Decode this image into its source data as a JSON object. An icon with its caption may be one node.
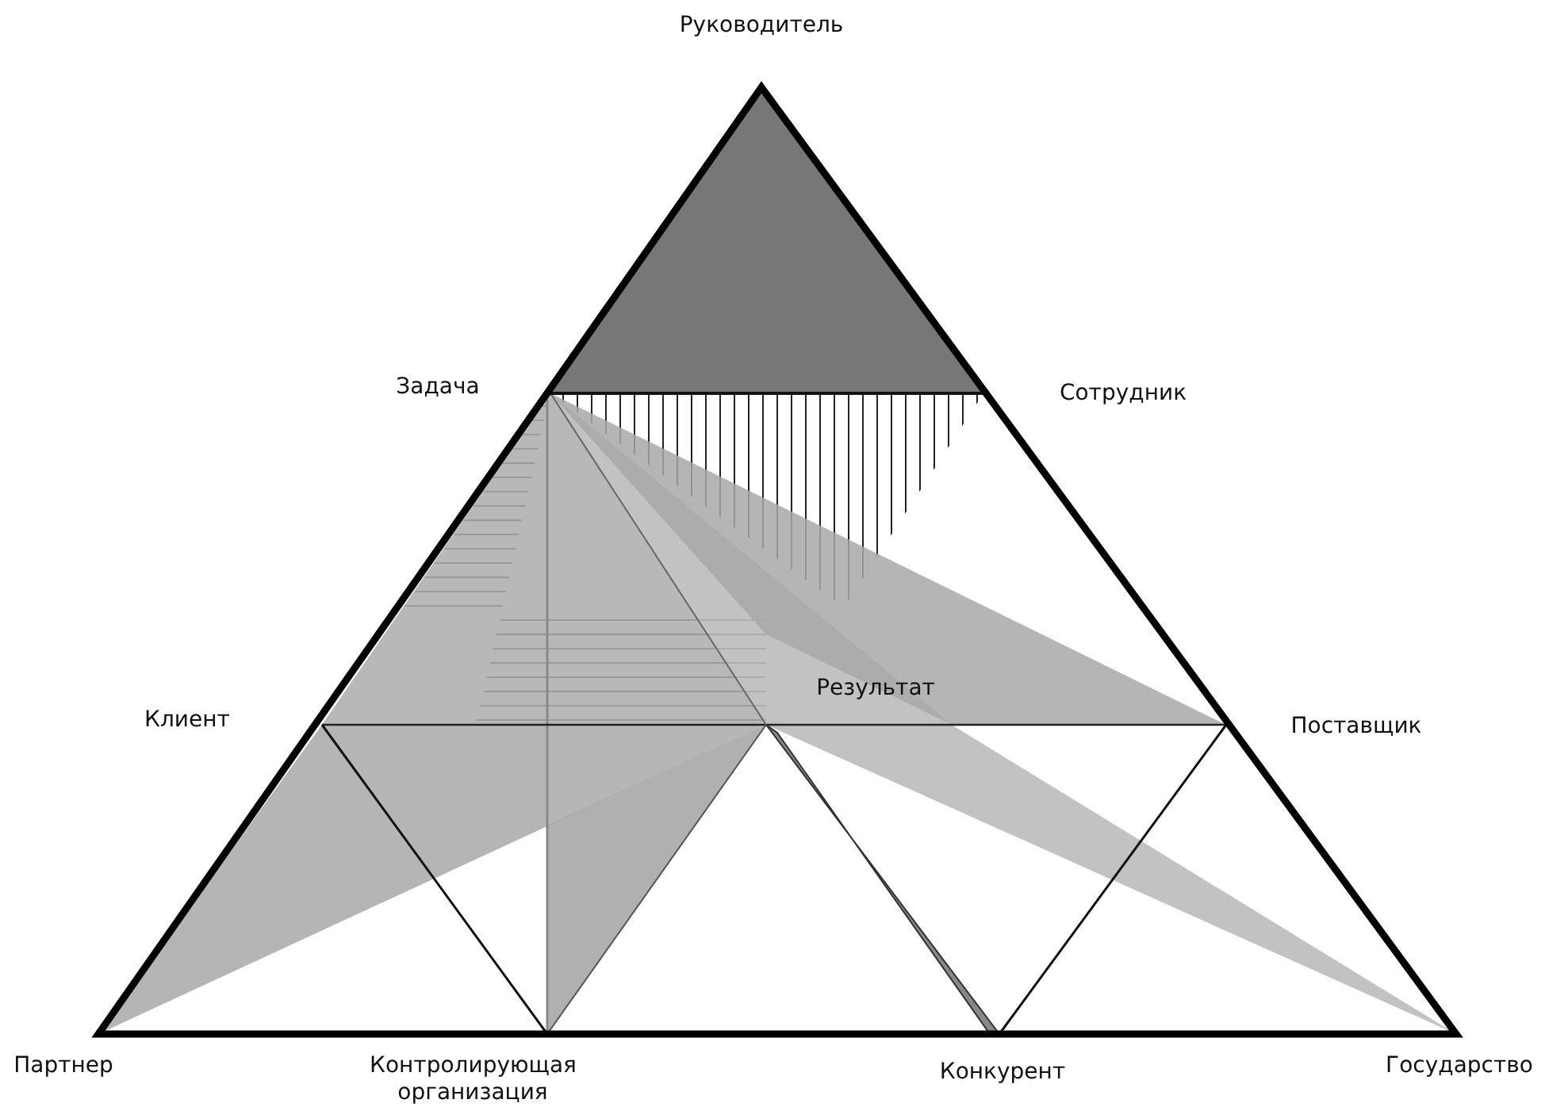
{
  "diagram": {
    "labels": [
      "Руководитель",
      "Задача",
      "Сотрудник",
      "Клиент",
      "Результат",
      "Поставщик",
      "Партнер",
      "Контролирующая организация",
      "Конкурент",
      "Государство"
    ]
  }
}
